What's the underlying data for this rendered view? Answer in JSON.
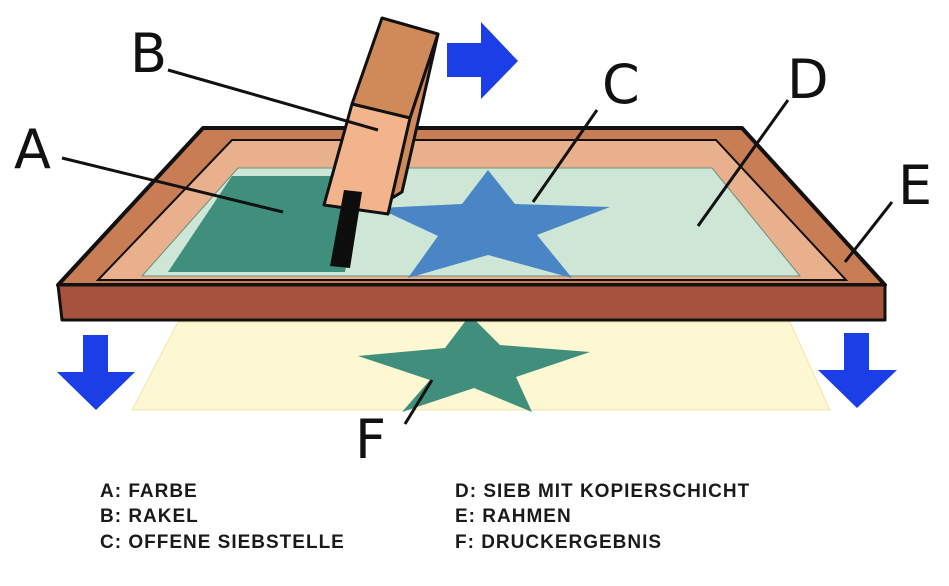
{
  "callouts": {
    "a": "A",
    "b": "B",
    "c": "C",
    "d": "D",
    "e": "E",
    "f": "F"
  },
  "legend": {
    "a": "A: FARBE",
    "b": "B: RAKEL",
    "c": "C: OFFENE SIEBSTELLE",
    "d": "D: SIEB MIT KOPIERSCHICHT",
    "e": "E: RAHMEN",
    "f": "F: DRUCKERGEBNIS"
  },
  "colors": {
    "frame_top": "#c87d54",
    "frame_front": "#a5523f",
    "frame_inner": "#e9b08e",
    "mesh": "#cde6d6",
    "ink": "#3f8f7c",
    "stencil_star": "#4a86c6",
    "paper": "#fdf7d2",
    "print_star": "#3f8f7c",
    "squeegee_front": "#f2b48c",
    "squeegee_side": "#d08a5a",
    "arrow": "#1c3ee6"
  }
}
